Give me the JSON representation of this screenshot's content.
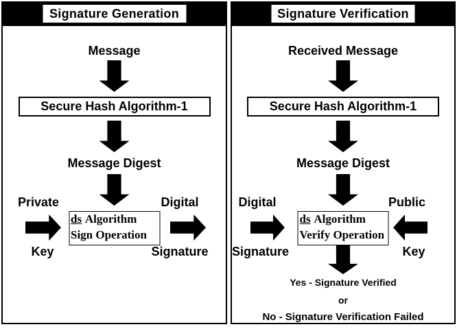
{
  "diagram": {
    "colors": {
      "ink": "#000000",
      "paper": "#ffffff"
    },
    "generation": {
      "title": "Signature Generation",
      "source_label": "Message",
      "hash_label": "Secure Hash Algorithm-1",
      "digest_label": "Message Digest",
      "op_box": {
        "ds_word": "ds",
        "line1_rest": "Algorithm",
        "line2": "Sign Operation"
      },
      "private_key": {
        "line1": "Private",
        "line2": "Key"
      },
      "digital_signature": {
        "line1": "Digital",
        "line2": "Signature"
      }
    },
    "verification": {
      "title": "Signature Verification",
      "source_label": "Received Message",
      "hash_label": "Secure Hash Algorithm-1",
      "digest_label": "Message Digest",
      "op_box": {
        "ds_word": "ds",
        "line1_rest": "Algorithm",
        "line2": "Verify Operation"
      },
      "digital_signature": {
        "line1": "Digital",
        "line2": "Signature"
      },
      "public_key": {
        "line1": "Public",
        "line2": "Key"
      },
      "results": {
        "yes_line": "Yes - Signature Verified",
        "or_line": "or",
        "no_line": "No - Signature Verification Failed"
      }
    }
  }
}
